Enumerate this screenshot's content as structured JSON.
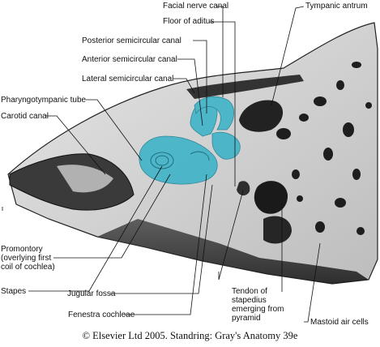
{
  "labels": {
    "facial_nerve_canal": "Facial nerve canal",
    "floor_of_aditus": "Floor of aditus",
    "tympanic_antrum": "Tympanic antrum",
    "posterior_semicircular_canal": "Posterior semicircular canal",
    "anterior_semicircular_canal": "Anterior semicircular canal",
    "lateral_semicircular_canal": "Lateral semicircular canal",
    "pharyngotympanic_tube": "Pharyngotympanic tube",
    "carotid_canal": "Carotid canal",
    "promontory": "Promontory\n(overlying first\ncoil of cochlea)",
    "stapes": "Stapes",
    "jugular_fossa": "Jugular fossa",
    "fenestra_cochleae": "Fenestra cochleae",
    "tendon_of_stapedius": "Tendon of\nstapedius\nemerging from\npyramid",
    "mastoid_air_cells": "Mastoid air cells"
  },
  "credit": "© Elsevier Ltd 2005. Standring: Gray's Anatomy 39e",
  "colors": {
    "labyrinth": "#3fb3c8",
    "bone": "#d9d9d9",
    "cavity": "#2a2a2a",
    "background": "#ffffff"
  }
}
